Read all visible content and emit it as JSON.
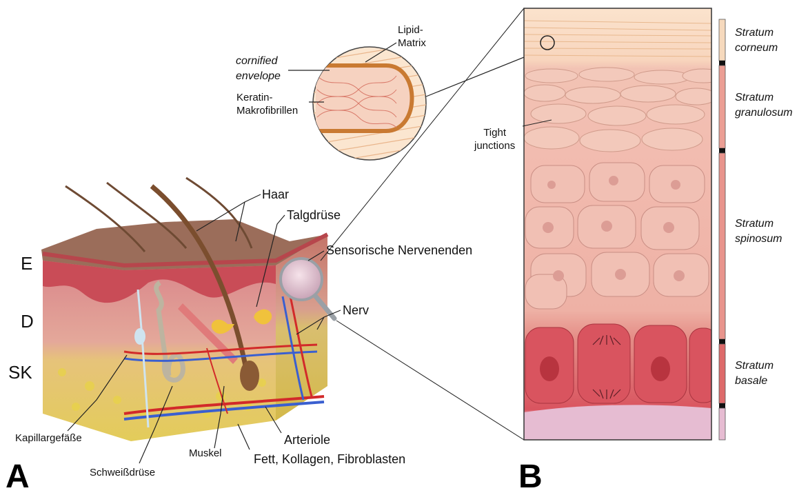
{
  "panel_a": {
    "letter": "A",
    "layers": {
      "epidermis": "E",
      "dermis": "D",
      "subcutis": "SK"
    },
    "labels": {
      "hair": "Haar",
      "sebaceous_gland": "Talgdrüse",
      "sensory_nerve_endings": "Sensorische Nervenenden",
      "nerve": "Nerv",
      "capillaries": "Kapillargefäße",
      "sweat_gland": "Schweißdrüse",
      "muscle": "Muskel",
      "fat": "Fett, Kollagen, Fibroblasten",
      "arteriole": "Arteriole"
    }
  },
  "inset": {
    "lipid_matrix": [
      "Lipid-",
      "Matrix"
    ],
    "cornified_envelope": [
      "cornified",
      "envelope"
    ],
    "keratin": [
      "Keratin-",
      "Makrofibrillen"
    ]
  },
  "panel_b": {
    "letter": "B",
    "tight_junctions": [
      "Tight",
      "junctions"
    ],
    "strata": [
      {
        "lines": [
          "Stratum",
          "corneum"
        ],
        "color": "#f6d9bd"
      },
      {
        "lines": [
          "Stratum",
          "granulosum"
        ],
        "color": "#eb9e94"
      },
      {
        "lines": [
          "Stratum",
          "spinosum"
        ],
        "color": "#e8948c"
      },
      {
        "lines": [
          "Stratum",
          "basale"
        ],
        "color": "#dd6a6a"
      },
      {
        "lines": [
          "",
          ""
        ],
        "color": "#e6bcd2"
      }
    ]
  }
}
